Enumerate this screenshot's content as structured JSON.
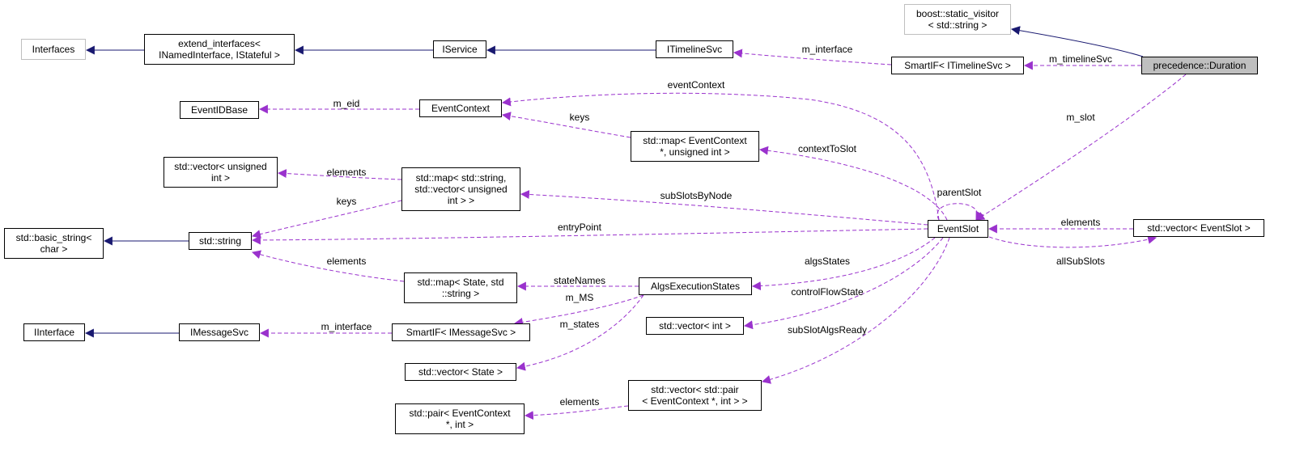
{
  "colors": {
    "inheritance": "#191970",
    "usage": "#9a32cd",
    "focus_fill": "#bfbfbf",
    "undocumented_border": "#bfbfbf",
    "node_border": "#000000"
  },
  "nodes": {
    "interfaces": "Interfaces",
    "extend_interfaces": "extend_interfaces<\nINamedInterface, IStateful >",
    "iservice": "IService",
    "itimelinesvc": "ITimelineSvc",
    "boost_static_visitor": "boost::static_visitor\n< std::string >",
    "smartif_itimelinesvc": "SmartIF< ITimelineSvc >",
    "precedence_duration": "precedence::Duration",
    "eventidbase": "EventIDBase",
    "eventcontext": "EventContext",
    "map_eventcontext": "std::map< EventContext\n*, unsigned int >",
    "vector_unsigned_int": "std::vector< unsigned\nint >",
    "map_string_vector": "std::map< std::string,\nstd::vector< unsigned\nint > >",
    "basic_string": "std::basic_string<\nchar >",
    "std_string": "std::string",
    "eventslot": "EventSlot",
    "vector_eventslot": "std::vector< EventSlot >",
    "map_state_string": "std::map< State, std\n::string >",
    "algsexecutionstates": "AlgsExecutionStates",
    "iinterface": "IInterface",
    "imessagesvc": "IMessageSvc",
    "smartif_imessagesvc": "SmartIF< IMessageSvc >",
    "vector_int": "std::vector< int >",
    "vector_state": "std::vector< State >",
    "vector_pair": "std::vector< std::pair\n< EventContext *, int > >",
    "pair_eventcontext": "std::pair< EventContext\n*, int >"
  },
  "edges": [
    {
      "from": "interfaces",
      "to": "extend_interfaces",
      "kind": "inheritance"
    },
    {
      "from": "extend_interfaces",
      "to": "iservice",
      "kind": "inheritance"
    },
    {
      "from": "iservice",
      "to": "itimelinesvc",
      "kind": "inheritance"
    },
    {
      "from": "boost_static_visitor",
      "to": "precedence_duration",
      "kind": "inheritance"
    },
    {
      "from": "iinterface",
      "to": "imessagesvc",
      "kind": "inheritance"
    },
    {
      "from": "basic_string",
      "to": "std_string",
      "kind": "inheritance"
    },
    {
      "from": "itimelinesvc",
      "to": "smartif_itimelinesvc",
      "kind": "usage",
      "label": "m_interface"
    },
    {
      "from": "smartif_itimelinesvc",
      "to": "precedence_duration",
      "kind": "usage",
      "label": "m_timelineSvc"
    },
    {
      "from": "eventidbase",
      "to": "eventcontext",
      "kind": "usage",
      "label": "m_eid"
    },
    {
      "from": "eventcontext",
      "to": "eventslot",
      "kind": "usage",
      "label": "eventContext"
    },
    {
      "from": "eventcontext",
      "to": "map_eventcontext",
      "kind": "usage",
      "label": "keys"
    },
    {
      "from": "map_eventcontext",
      "to": "eventslot",
      "kind": "usage",
      "label": "contextToSlot"
    },
    {
      "from": "vector_unsigned_int",
      "to": "map_string_vector",
      "kind": "usage",
      "label": "elements"
    },
    {
      "from": "std_string",
      "to": "map_string_vector",
      "kind": "usage",
      "label": "keys"
    },
    {
      "from": "map_string_vector",
      "to": "eventslot",
      "kind": "usage",
      "label": "subSlotsByNode"
    },
    {
      "from": "std_string",
      "to": "eventslot",
      "kind": "usage",
      "label": "entryPoint"
    },
    {
      "from": "std_string",
      "to": "map_state_string",
      "kind": "usage",
      "label": "elements"
    },
    {
      "from": "map_state_string",
      "to": "algsexecutionstates",
      "kind": "usage",
      "label": "stateNames"
    },
    {
      "from": "smartif_imessagesvc",
      "to": "algsexecutionstates",
      "kind": "usage",
      "label": "m_MS"
    },
    {
      "from": "imessagesvc",
      "to": "smartif_imessagesvc",
      "kind": "usage",
      "label": "m_interface"
    },
    {
      "from": "vector_state",
      "to": "algsexecutionstates",
      "kind": "usage",
      "label": "m_states"
    },
    {
      "from": "algsexecutionstates",
      "to": "eventslot",
      "kind": "usage",
      "label": "algsStates"
    },
    {
      "from": "vector_int",
      "to": "eventslot",
      "kind": "usage",
      "label": "controlFlowState"
    },
    {
      "from": "vector_pair",
      "to": "eventslot",
      "kind": "usage",
      "label": "subSlotAlgsReady"
    },
    {
      "from": "pair_eventcontext",
      "to": "vector_pair",
      "kind": "usage",
      "label": "elements"
    },
    {
      "from": "eventslot",
      "to": "eventslot",
      "kind": "usage",
      "label": "parentSlot"
    },
    {
      "from": "eventslot",
      "to": "vector_eventslot",
      "kind": "usage",
      "label": "elements"
    },
    {
      "from": "vector_eventslot",
      "to": "eventslot",
      "kind": "usage",
      "label": "allSubSlots"
    },
    {
      "from": "eventslot",
      "to": "precedence_duration",
      "kind": "usage",
      "label": "m_slot"
    }
  ]
}
